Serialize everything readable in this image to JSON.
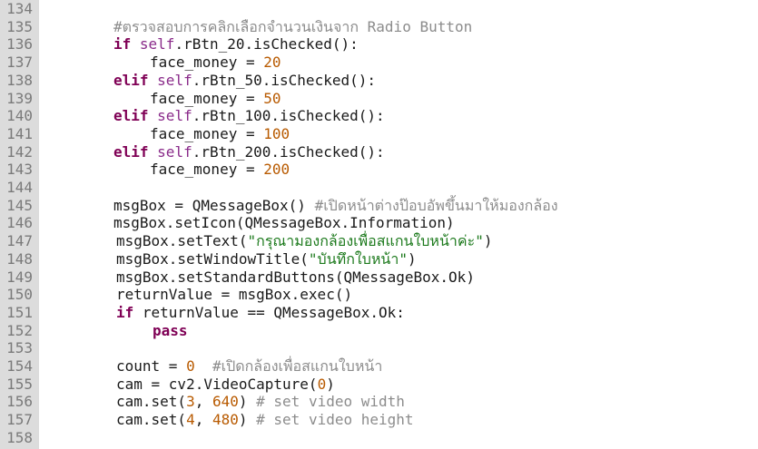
{
  "editor": {
    "lines": [
      {
        "n": "134",
        "indent": 0,
        "t": []
      },
      {
        "n": "135",
        "indent": 2,
        "t": [
          {
            "c": "cmt",
            "v": "#ตรวจสอบการคลิกเลือกจำนวนเงินจาก Radio Button"
          }
        ]
      },
      {
        "n": "136",
        "indent": 2,
        "t": [
          {
            "c": "kw",
            "v": "if"
          },
          {
            "c": "",
            "v": " "
          },
          {
            "c": "selfw",
            "v": "self"
          },
          {
            "c": "",
            "v": ".rBtn_20.isChecked():"
          }
        ]
      },
      {
        "n": "137",
        "indent": 3,
        "t": [
          {
            "c": "",
            "v": "face_money = "
          },
          {
            "c": "num",
            "v": "20"
          }
        ]
      },
      {
        "n": "138",
        "indent": 2,
        "t": [
          {
            "c": "kw",
            "v": "elif"
          },
          {
            "c": "",
            "v": " "
          },
          {
            "c": "selfw",
            "v": "self"
          },
          {
            "c": "",
            "v": ".rBtn_50.isChecked():"
          }
        ]
      },
      {
        "n": "139",
        "indent": 3,
        "t": [
          {
            "c": "",
            "v": "face_money = "
          },
          {
            "c": "num",
            "v": "50"
          }
        ]
      },
      {
        "n": "140",
        "indent": 2,
        "t": [
          {
            "c": "kw",
            "v": "elif"
          },
          {
            "c": "",
            "v": " "
          },
          {
            "c": "selfw",
            "v": "self"
          },
          {
            "c": "",
            "v": ".rBtn_100.isChecked():"
          }
        ]
      },
      {
        "n": "141",
        "indent": 3,
        "t": [
          {
            "c": "",
            "v": "face_money = "
          },
          {
            "c": "num",
            "v": "100"
          }
        ]
      },
      {
        "n": "142",
        "indent": 2,
        "t": [
          {
            "c": "kw",
            "v": "elif"
          },
          {
            "c": "",
            "v": " "
          },
          {
            "c": "selfw",
            "v": "self"
          },
          {
            "c": "",
            "v": ".rBtn_200.isChecked():"
          }
        ]
      },
      {
        "n": "143",
        "indent": 3,
        "t": [
          {
            "c": "",
            "v": "face_money = "
          },
          {
            "c": "num",
            "v": "200"
          }
        ]
      },
      {
        "n": "144",
        "indent": 0,
        "t": []
      },
      {
        "n": "145",
        "indent": 2,
        "t": [
          {
            "c": "",
            "v": "msgBox = QMessageBox() "
          },
          {
            "c": "cmt",
            "v": "#เปิดหน้าต่างป๊อบอัพขึ้นมาให้มองกล้อง"
          }
        ]
      },
      {
        "n": "146",
        "indent": 2,
        "t": [
          {
            "c": "",
            "v": "msgBox.setIcon(QMessageBox.Information)"
          }
        ]
      },
      {
        "n": "147",
        "indent": 2,
        "t": [
          {
            "c": "",
            "v": "msgBox.setText("
          },
          {
            "c": "str",
            "v": "\"กรุณามองกล้องเพื่อสแกนใบหน้าค่ะ\""
          },
          {
            "c": "",
            "v": ")"
          }
        ]
      },
      {
        "n": "148",
        "indent": 2,
        "t": [
          {
            "c": "",
            "v": "msgBox.setWindowTitle("
          },
          {
            "c": "str",
            "v": "\"บันทึกใบหน้า\""
          },
          {
            "c": "",
            "v": ")"
          }
        ]
      },
      {
        "n": "149",
        "indent": 2,
        "t": [
          {
            "c": "",
            "v": "msgBox.setStandardButtons(QMessageBox.Ok)"
          }
        ]
      },
      {
        "n": "150",
        "indent": 2,
        "t": [
          {
            "c": "",
            "v": "returnValue = msgBox.exec()"
          }
        ]
      },
      {
        "n": "151",
        "indent": 2,
        "t": [
          {
            "c": "kw",
            "v": "if"
          },
          {
            "c": "",
            "v": " returnValue == QMessageBox.Ok:"
          }
        ]
      },
      {
        "n": "152",
        "indent": 3,
        "t": [
          {
            "c": "kw",
            "v": "pass"
          }
        ]
      },
      {
        "n": "153",
        "indent": 0,
        "t": []
      },
      {
        "n": "154",
        "indent": 2,
        "t": [
          {
            "c": "",
            "v": "count = "
          },
          {
            "c": "num",
            "v": "0"
          },
          {
            "c": "",
            "v": "  "
          },
          {
            "c": "cmt",
            "v": "#เปิดกล้องเพื่อสแกนใบหน้า"
          }
        ]
      },
      {
        "n": "155",
        "indent": 2,
        "t": [
          {
            "c": "",
            "v": "cam = cv2.VideoCapture("
          },
          {
            "c": "num",
            "v": "0"
          },
          {
            "c": "",
            "v": ")"
          }
        ]
      },
      {
        "n": "156",
        "indent": 2,
        "t": [
          {
            "c": "",
            "v": "cam.set("
          },
          {
            "c": "num",
            "v": "3"
          },
          {
            "c": "",
            "v": ", "
          },
          {
            "c": "num",
            "v": "640"
          },
          {
            "c": "",
            "v": ") "
          },
          {
            "c": "cmt",
            "v": "# set video width"
          }
        ]
      },
      {
        "n": "157",
        "indent": 2,
        "t": [
          {
            "c": "",
            "v": "cam.set("
          },
          {
            "c": "num",
            "v": "4"
          },
          {
            "c": "",
            "v": ", "
          },
          {
            "c": "num",
            "v": "480"
          },
          {
            "c": "",
            "v": ") "
          },
          {
            "c": "cmt",
            "v": "# set video height"
          }
        ]
      },
      {
        "n": "158",
        "indent": 0,
        "t": []
      }
    ]
  }
}
